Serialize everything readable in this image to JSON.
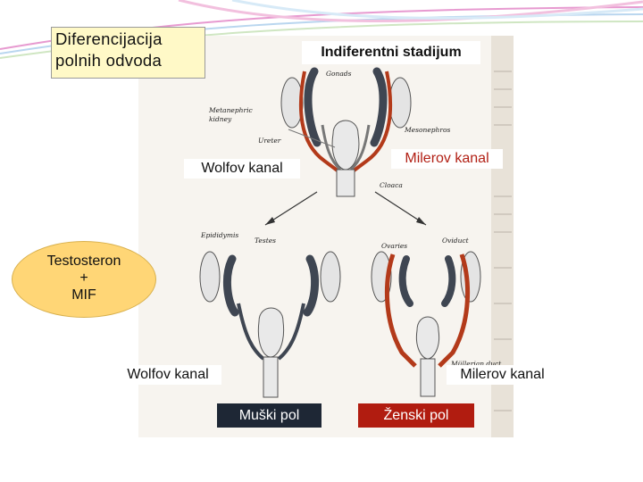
{
  "slide": {
    "title": "Diferencijacija polnih odvoda",
    "stage_label": "Indiferentni stadijum",
    "top_left_label": "Wolfov kanal",
    "top_right_label": "Milerov kanal",
    "ellipse_line1": "Testosteron",
    "ellipse_line2": "+",
    "ellipse_line3": "MIF",
    "bottom_left_label": "Wolfov kanal",
    "bottom_right_label": "Milerov kanal",
    "male_box": "Muški pol",
    "female_box": "Ženski pol"
  },
  "figure_labels": {
    "gonads": "Gonads",
    "metanephric": "Metanephric",
    "kidney": "kidney",
    "ureter": "Ureter",
    "mesonephros": "Mesonephros",
    "cloaca": "Cloaca",
    "epididymis": "Epididymis",
    "testes": "Testes",
    "ovaries": "Ovaries",
    "oviduct": "Oviduct",
    "mullerian_duct": "Müllerian duct"
  },
  "colors": {
    "mullerian_duct": "#b33a1a",
    "wolffian_duct": "#3f4652",
    "title_box_bg": "#fff9c7",
    "ellipse_bg": "#ffd676",
    "male_box_bg": "#1e2735",
    "female_box_bg": "#b11c10"
  }
}
